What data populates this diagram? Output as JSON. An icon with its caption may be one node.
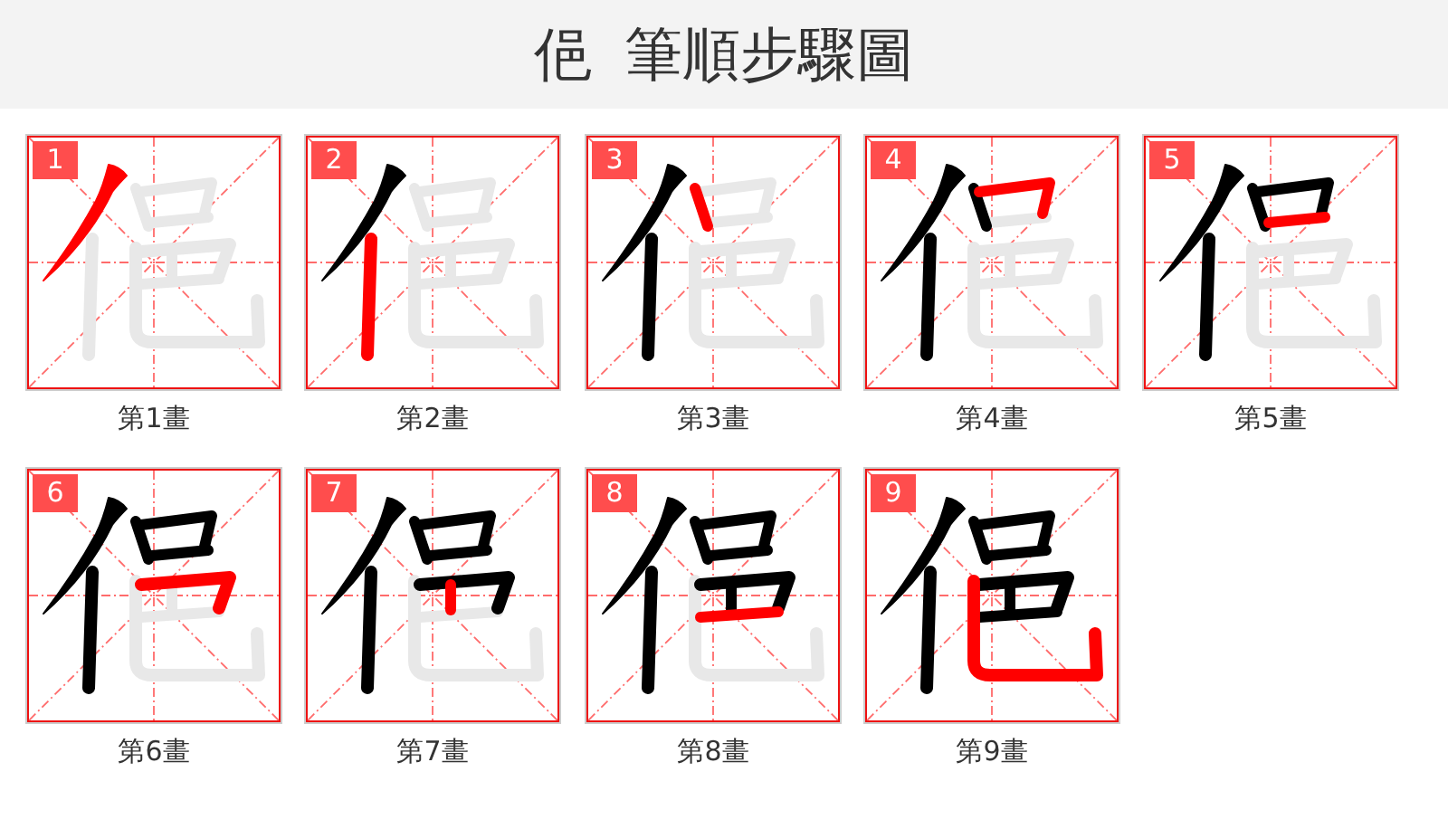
{
  "diagram": {
    "title": "俋 筆順步驟圖",
    "nodes": [
      {
        "text": [
          "1"
        ],
        "beside": [
          "第1畫"
        ]
      },
      {
        "text": [
          "2"
        ],
        "beside": [
          "第2畫"
        ]
      },
      {
        "text": [
          "3"
        ],
        "beside": [
          "第3畫"
        ]
      },
      {
        "text": [
          "4"
        ],
        "beside": [
          "第4畫"
        ]
      },
      {
        "text": [
          "5"
        ],
        "beside": [
          "第5畫"
        ]
      },
      {
        "text": [
          "6"
        ],
        "beside": [
          "第6畫"
        ]
      },
      {
        "text": [
          "7"
        ],
        "beside": [
          "第7畫"
        ]
      },
      {
        "text": [
          "8"
        ],
        "beside": [
          "第8畫"
        ]
      },
      {
        "text": [
          "9"
        ],
        "beside": [
          "第9畫"
        ]
      }
    ]
  }
}
